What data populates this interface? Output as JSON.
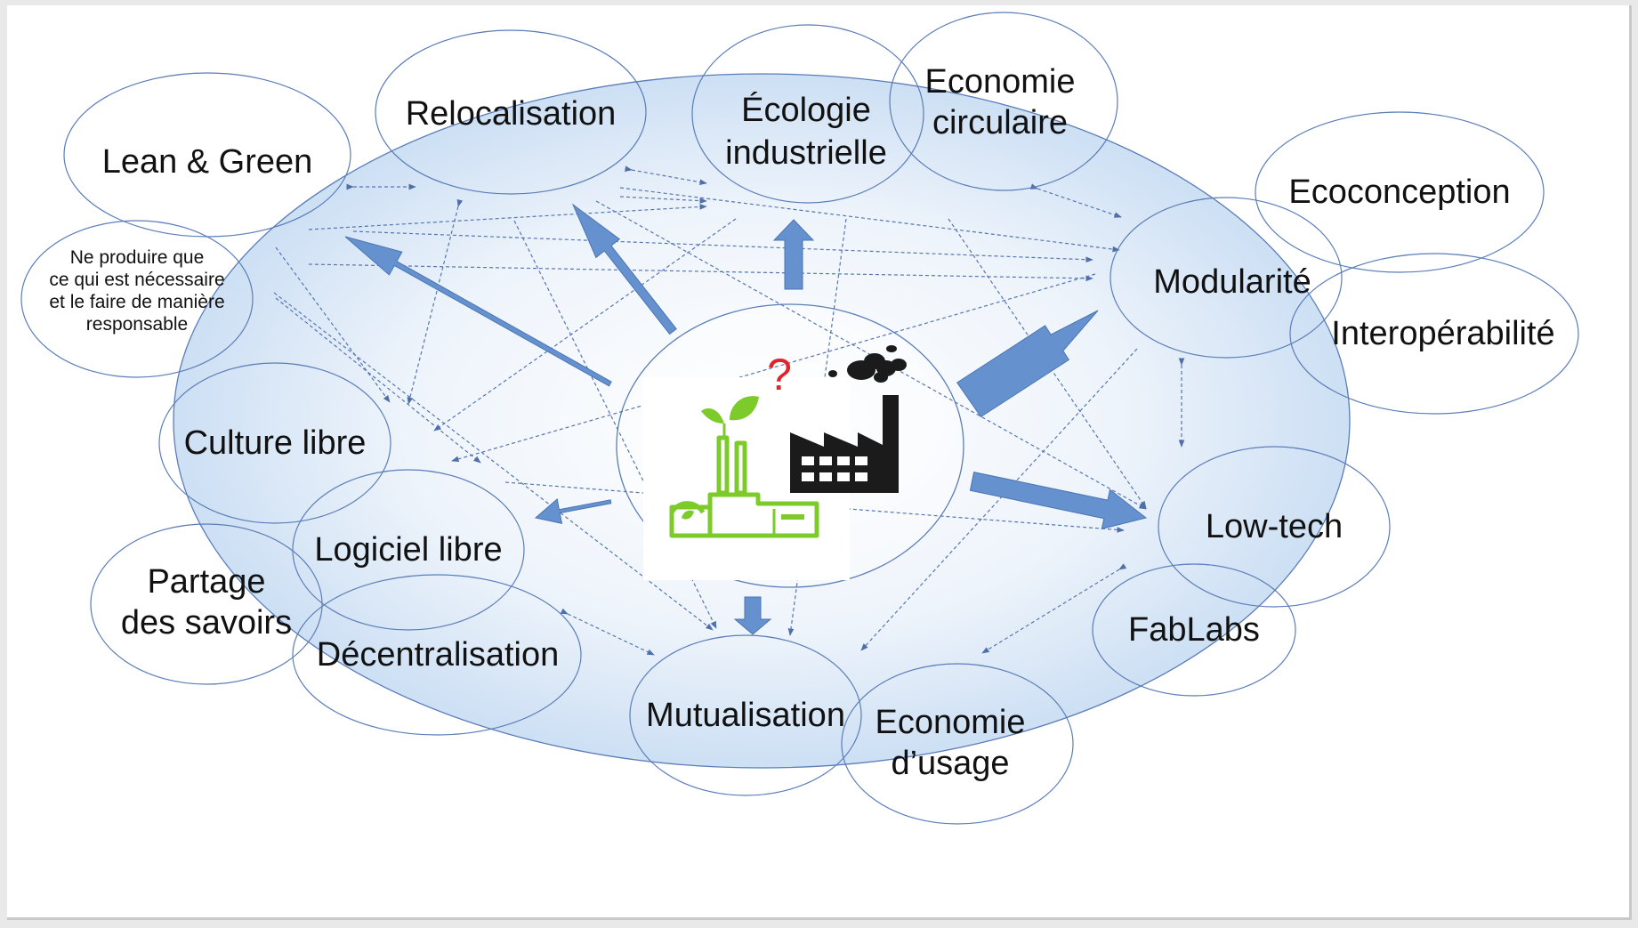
{
  "concepts": {
    "lean_green": "Lean & Green",
    "relocalisation": "Relocalisation",
    "ecologie": [
      "Écologie",
      "industrielle"
    ],
    "economie_circulaire": [
      "Economie",
      "circulaire"
    ],
    "ecoconception": "Ecoconception",
    "ne_produire": [
      "Ne produire que",
      "ce qui est nécessaire",
      "et le faire de manière",
      "responsable"
    ],
    "modularite": "Modularité",
    "interoperabilite": "Interopérabilité",
    "culture_libre": "Culture libre",
    "logiciel_libre": "Logiciel libre",
    "low_tech": "Low-tech",
    "partage_savoirs": [
      "Partage",
      "des savoirs"
    ],
    "decentralisation": "Décentralisation",
    "fablabs": "FabLabs",
    "mutualisation": "Mutualisation",
    "economie_usage": [
      "Economie",
      "d’usage"
    ]
  },
  "center": {
    "question_mark": "?"
  },
  "colors": {
    "ellipse_stroke": "#5b7db8",
    "big_ellipse_fill": "#c7dcf3",
    "block_arrow": "#5f8fcb",
    "dashed_link": "#5576b2",
    "green": "#7ccb2a",
    "factory": "#1b1b1b",
    "question": "#e8202a"
  }
}
